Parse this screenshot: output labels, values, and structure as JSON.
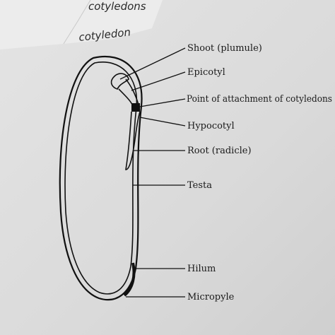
{
  "handwriting": {
    "top": "cotyledons",
    "second": "cotyledon"
  },
  "labels": {
    "shoot": "Shoot (plumule)",
    "epicotyl": "Epicotyl",
    "attachment": "Point of attachment of cotyledons",
    "hypocotyl": "Hypocotyl",
    "root": "Root (radicle)",
    "testa": "Testa",
    "hilum": "Hilum",
    "micropyle": "Micropyle"
  }
}
